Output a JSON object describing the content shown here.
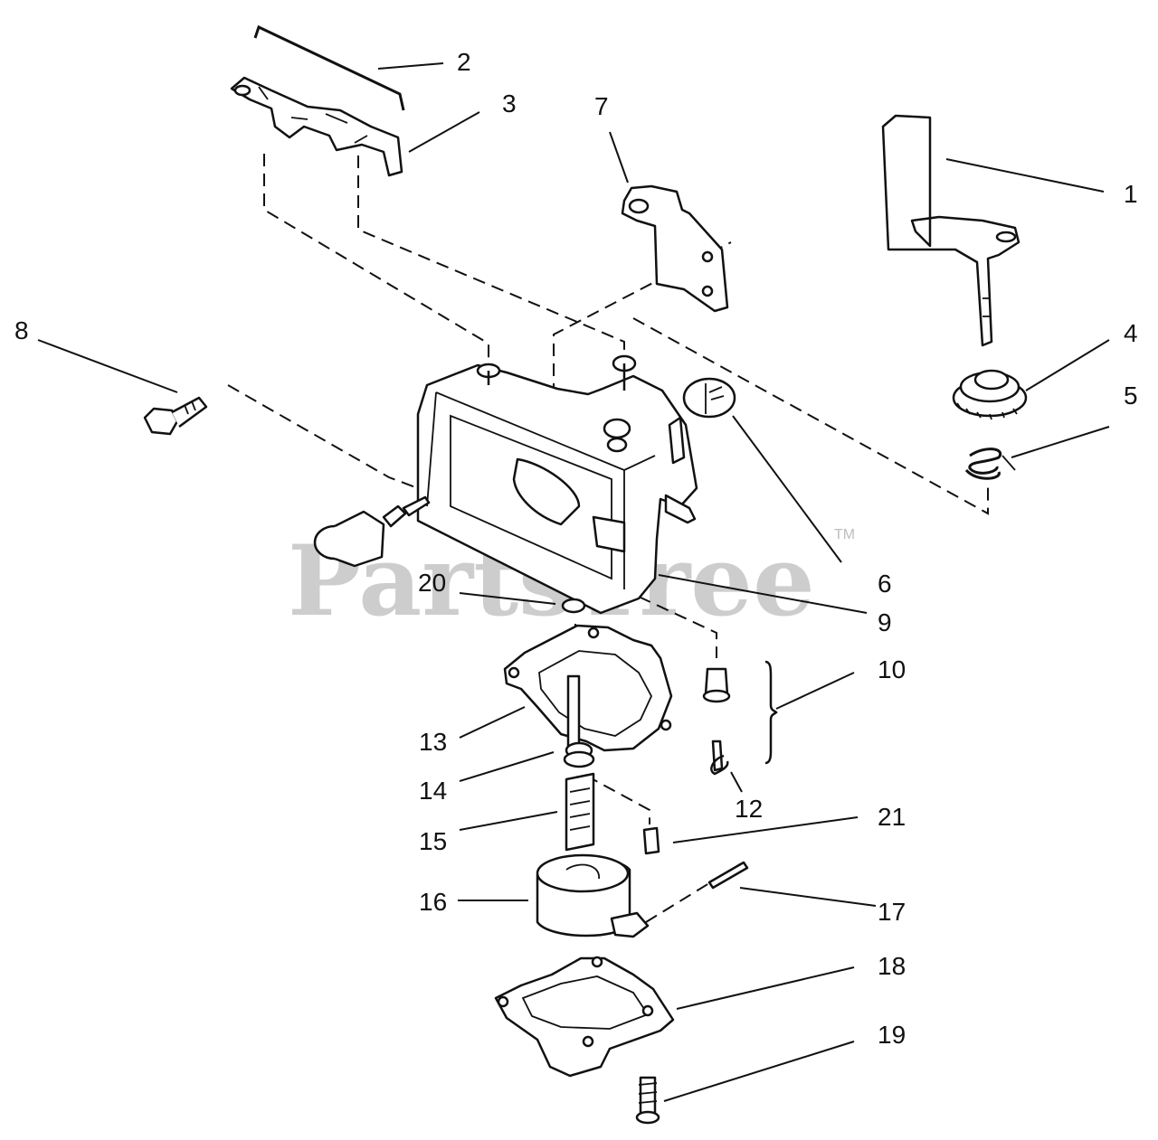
{
  "watermark": {
    "text": "PartsTree",
    "trademark": "TM"
  },
  "callouts": [
    {
      "id": "c1",
      "text": "1"
    },
    {
      "id": "c2",
      "text": "2"
    },
    {
      "id": "c3",
      "text": "3"
    },
    {
      "id": "c4",
      "text": "4"
    },
    {
      "id": "c5",
      "text": "5"
    },
    {
      "id": "c6",
      "text": "6"
    },
    {
      "id": "c7",
      "text": "7"
    },
    {
      "id": "c8",
      "text": "8"
    },
    {
      "id": "c9",
      "text": "9"
    },
    {
      "id": "c10",
      "text": "10"
    },
    {
      "id": "c12",
      "text": "12"
    },
    {
      "id": "c13",
      "text": "13"
    },
    {
      "id": "c14",
      "text": "14"
    },
    {
      "id": "c15",
      "text": "15"
    },
    {
      "id": "c16",
      "text": "16"
    },
    {
      "id": "c17",
      "text": "17"
    },
    {
      "id": "c18",
      "text": "18"
    },
    {
      "id": "c19",
      "text": "19"
    },
    {
      "id": "c20",
      "text": "20"
    },
    {
      "id": "c21",
      "text": "21"
    }
  ]
}
